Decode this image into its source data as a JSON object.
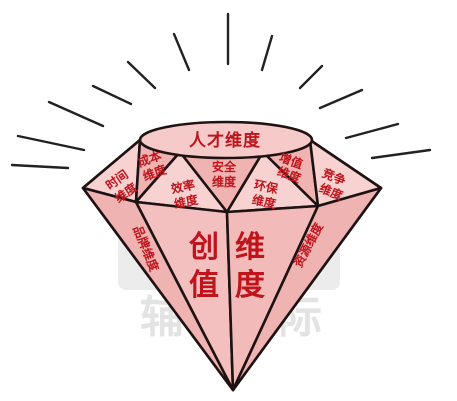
{
  "colors": {
    "diamond_fill": "#f4c0bf",
    "facet_light": "#f7d2d1",
    "facet_dark": "#efb3b2",
    "outline": "#1e1212",
    "label_red": "#c0141c",
    "rays": "#222222",
    "watermark": "#e3e3e3"
  },
  "watermark": {
    "logo_text": "辅导国际"
  },
  "labels": {
    "top": "人才维度",
    "chengben": [
      "成本",
      "维度"
    ],
    "shijian": [
      "时间",
      "维度"
    ],
    "anquan": [
      "安全",
      "维度"
    ],
    "zengzhi": [
      "增值",
      "维度"
    ],
    "jingzheng": [
      "竞争",
      "维度"
    ],
    "xiaolv": [
      "效率",
      "维度"
    ],
    "huanbao": [
      "环保",
      "维度"
    ],
    "pinpai": "品牌维度",
    "ziyuan": "资源维度",
    "center_left": [
      "创",
      "值"
    ],
    "center_right": [
      "维",
      "度"
    ]
  }
}
